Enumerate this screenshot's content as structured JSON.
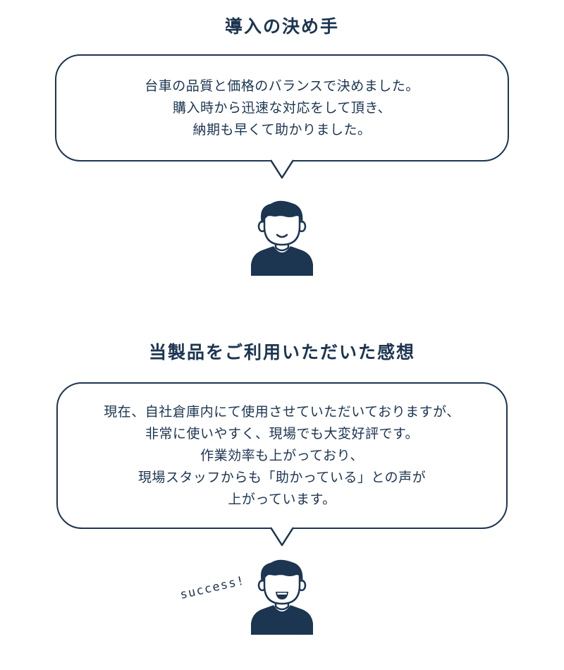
{
  "section1": {
    "heading": "導入の決め手",
    "bubble_lines": [
      "台車の品質と価格のバランスで決めました。",
      "購入時から迅速な対応をして頂き、",
      "納期も早くて助かりました。"
    ]
  },
  "section2": {
    "heading": "当製品をご利用いただいた感想",
    "bubble_lines": [
      "現在、自社倉庫内にて使用させていただいておりますが、",
      "非常に使いやすく、現場でも大変好評です。",
      "作業効率も上がっており、",
      "現場スタッフからも「助かっている」との声が",
      "上がっています。"
    ],
    "success_text": "success!"
  },
  "colors": {
    "navy": "#1c3551",
    "background": "#ffffff"
  },
  "icons": {
    "person_smile": "person-icon",
    "person_grin": "person-icon"
  }
}
